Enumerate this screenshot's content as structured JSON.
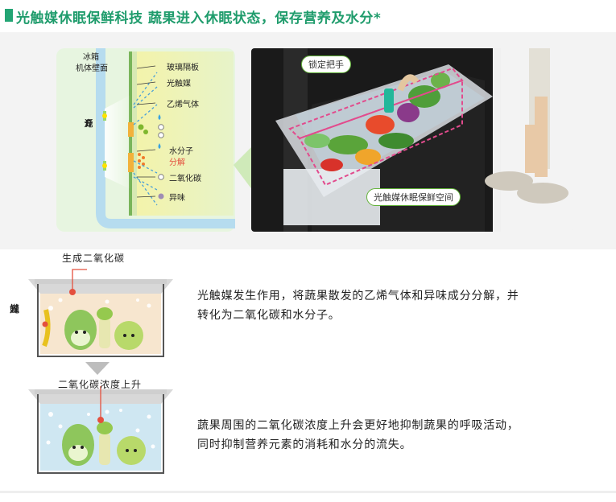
{
  "header": {
    "title": "光触媒休眠保鲜科技  蔬果进入休眠状态，保存营养及水分*"
  },
  "diagram": {
    "fridge_wall": "冰箱",
    "fridge_wall_2": "机体壁面",
    "led_chars": [
      "L",
      "E",
      "D",
      "光",
      "源"
    ],
    "glass": "玻璃隔板",
    "photocatalyst": "光触媒",
    "ethylene": "乙烯气体",
    "water": "水分子",
    "decompose": "分解",
    "co2": "二氧化碳",
    "odor": "异味"
  },
  "photo": {
    "lock_handle": "锁定把手",
    "space": "光触媒休眠保鲜空间"
  },
  "step1": {
    "caption": "生成二氧化碳",
    "side_chars": [
      "光",
      "触",
      "媒"
    ],
    "desc_line1": "光触媒发生作用，将蔬果散发的乙烯气体和异味成分分解，并",
    "desc_line2": "转化为二氧化碳和水分子。"
  },
  "step2": {
    "caption": "二氧化碳浓度上升",
    "desc_line1": "蔬果周围的二氧化碳浓度上升会更好地抑制蔬果的呼吸活动，",
    "desc_line2": "同时抑制营养元素的消耗和水分的流失。"
  },
  "colors": {
    "brand_green": "#1f9c6c",
    "accent_red": "#e4503e",
    "label_border": "#63b33a"
  }
}
